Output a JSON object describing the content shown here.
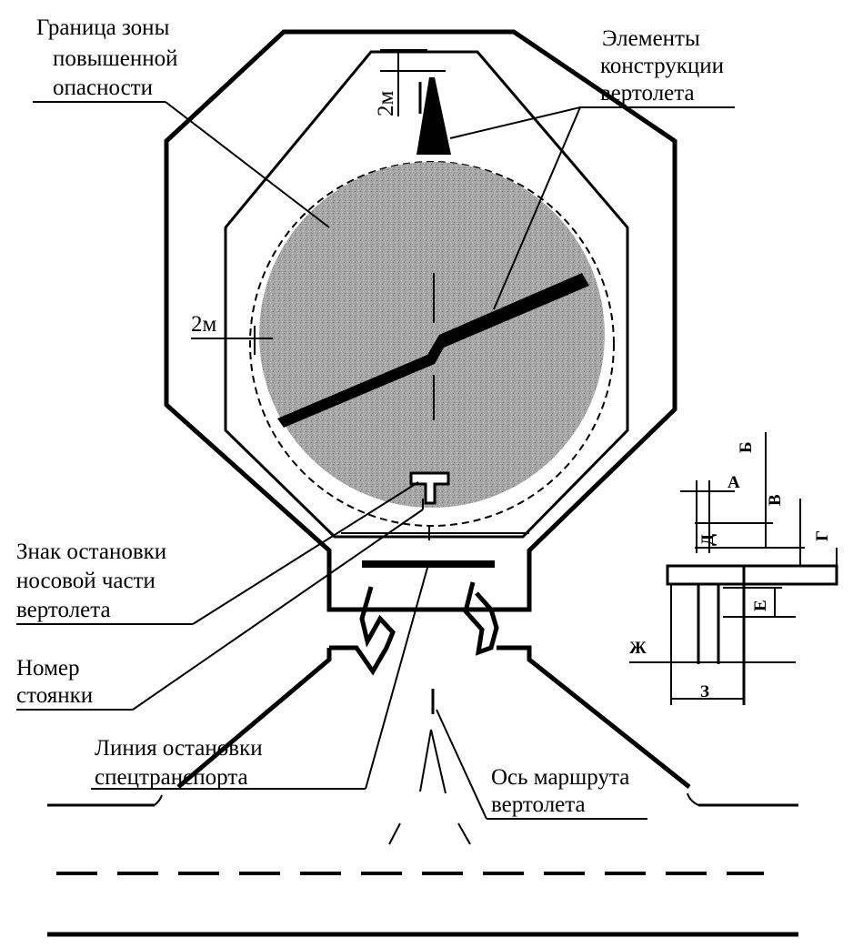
{
  "labels": {
    "danger_zone_line1": "Граница зоны",
    "danger_zone_line2": "повышенной",
    "danger_zone_line3": "опасности",
    "elements_line1": "Элементы",
    "elements_line2": "конструкции",
    "elements_line3": "вертолета",
    "nose_stop_line1": "Знак остановки",
    "nose_stop_line2": "носовой части",
    "nose_stop_line3": "вертолета",
    "stand_number_line1": "Номер",
    "stand_number_line2": "стоянки",
    "vehicle_stop_line1": "Линия остановки",
    "vehicle_stop_line2": "спецтранспорта",
    "route_axis_line1": "Ось маршрута",
    "route_axis_line2": "вертолета"
  },
  "dimensions": {
    "clearance_top": "2м",
    "clearance_left": "2м",
    "dim_a": "А",
    "dim_b": "Б",
    "dim_v": "В",
    "dim_g": "Г",
    "dim_d": "Д",
    "dim_e": "Е",
    "dim_zh": "Ж",
    "dim_z": "З"
  },
  "colors": {
    "line": "#000000",
    "rotor_disc": "#a6a6a6",
    "background": "#ffffff"
  }
}
